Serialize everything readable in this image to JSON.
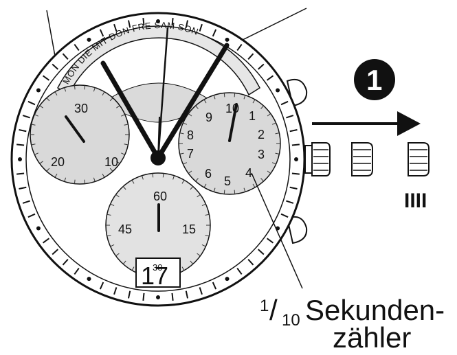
{
  "dial": {
    "weekday_ring": [
      "MON",
      "DIE",
      "MIT",
      "DON",
      "FRE",
      "SAM",
      "SON"
    ],
    "subdial_left": [
      "30",
      "20",
      "10"
    ],
    "subdial_right": [
      "10",
      "1",
      "2",
      "3",
      "4",
      "5",
      "6",
      "7",
      "8",
      "9"
    ],
    "subdial_bottom": [
      "60",
      "15",
      "45"
    ],
    "date_digits": "17",
    "date_behind": "30"
  },
  "step_marker": "1",
  "crown_position": "IIII",
  "caption": {
    "fraction_num": "1",
    "fraction_sep": "/",
    "fraction_den": "10",
    "line1": "Sekunden-",
    "line2": "zähler"
  }
}
